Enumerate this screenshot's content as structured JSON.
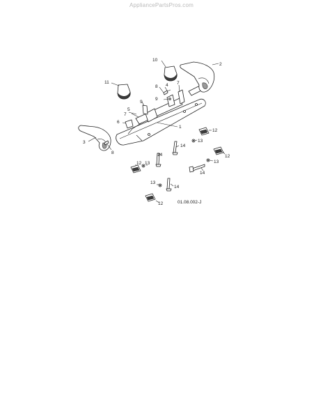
{
  "watermark": "AppliancePartsPros.com",
  "drawing_code": "01.08.002-J",
  "callouts": {
    "c1": "1",
    "c2": "2",
    "c3": "3",
    "c4": "4",
    "c5": "5",
    "c6": "6",
    "c7a": "7",
    "c7b": "7",
    "c8a": "8",
    "c8b": "8",
    "c9a": "9",
    "c9b": "9",
    "c10": "10",
    "c11": "11",
    "c12a": "12",
    "c12b": "12",
    "c12c": "12",
    "c12d": "12",
    "c13a": "13",
    "c13b": "13",
    "c13c": "13",
    "c13d": "13",
    "c14a": "14",
    "c14b": "14",
    "c14c": "14",
    "c14d": "14"
  }
}
